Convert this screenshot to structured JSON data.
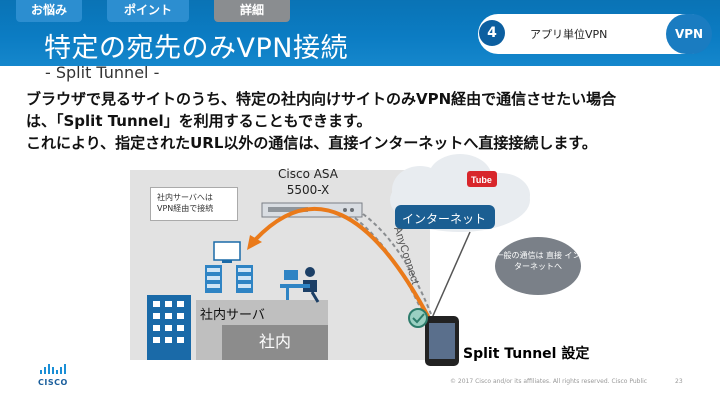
{
  "header": {
    "tabs": [
      {
        "label": "お悩み"
      },
      {
        "label": "ポイント"
      },
      {
        "label": "詳細"
      }
    ],
    "title": "特定の宛先のみVPN接続",
    "badge_number": "4",
    "app_label": "アプリ単位VPN",
    "vpn_label": "VPN",
    "colors": {
      "header": "#0b7cc3",
      "active_tab": "#8a8d90",
      "inactive_tab": "#2c8ed0"
    }
  },
  "subtitle": "- Split Tunnel -",
  "description": [
    "ブラウザで見るサイトのうち、特定の社内向けサイトのみVPN経由で通信させたい場合",
    "は、「Split Tunnel」を利用することもできます。",
    "これにより、指定されたURL以外の通信は、直接インターネットへ直接接続します。"
  ],
  "diagram": {
    "callout": "社内サーバへは VPN経由で接続",
    "asa_label": "Cisco ASA 5500-X",
    "cloud_label": "インターネット",
    "cloud_brand": "Tube",
    "anyconnect_label": "AnyConnect",
    "bubble": "一般の通信は 直接 インターネットへ",
    "corp_server_label": "社内サーバ",
    "corp_label": "社内",
    "split_label": "Split Tunnel 設定"
  },
  "footer": {
    "copyright": "© 2017 Cisco and/or its affiliates. All rights reserved.   Cisco Public",
    "page": "23",
    "logo_text": "CISCO"
  }
}
